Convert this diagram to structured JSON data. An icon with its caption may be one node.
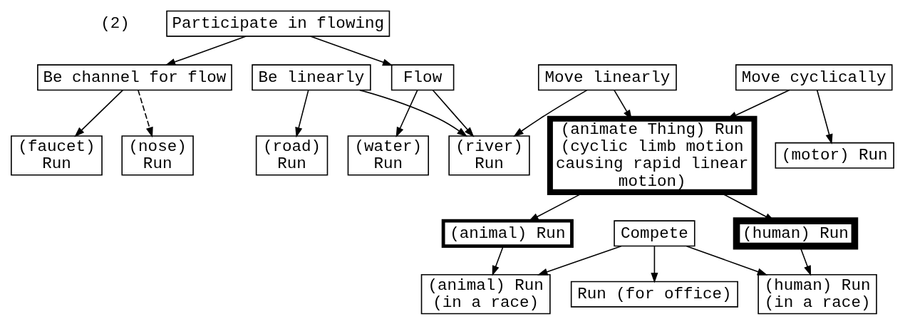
{
  "diagram": {
    "nodes": [
      {
        "text": [
          "Participate in flowing"
        ]
      },
      {
        "text": [
          "Move cyclically"
        ]
      },
      {
        "text": [
          "Move linearly"
        ]
      },
      {
        "text": [
          "Be linearly"
        ]
      },
      {
        "text": [
          "Flow"
        ]
      },
      {
        "text": [
          "Be channel for flow"
        ]
      },
      {
        "text": [
          "(motor) Run"
        ]
      },
      {
        "text": [
          "(animate Thing) Run (cyclic limb motion causing rapid linear motion)"
        ]
      },
      {
        "text": [
          "(river) Run"
        ]
      },
      {
        "text": [
          "(road) Run"
        ]
      },
      {
        "text": [
          "(water) Run"
        ]
      },
      {
        "text": [
          "(faucet) Run"
        ]
      },
      {
        "text": [
          "(nose) Run"
        ]
      },
      {
        "text": [
          "(animal) Run"
        ]
      },
      {
        "text": [
          "(human) Run"
        ]
      },
      {
        "text": [
          "Compete"
        ]
      },
      {
        "text": [
          "(animal) Run (in a race)"
        ]
      },
      {
        "text": [
          "(human) Run (in a race)"
        ]
      },
      {
        "text": [
          "Run (for office)"
        ]
      }
    ],
    "edges": [
      {
        "from": 0,
        "to": 4,
        "arrow": "to"
      },
      {
        "from": 0,
        "to": 5,
        "arrow": "to"
      },
      {
        "from": 1,
        "to": 6,
        "arrow": "to"
      },
      {
        "from": 1,
        "to": 7,
        "arrow": "to"
      },
      {
        "from": 2,
        "to": 7,
        "arrow": "to"
      },
      {
        "from": 2,
        "to": 8,
        "arrow": "to"
      },
      {
        "from": 3,
        "to": 8,
        "arrow": "to"
      },
      {
        "from": 3,
        "to": 9,
        "arrow": "to"
      },
      {
        "from": 4,
        "to": 8,
        "arrow": "to"
      },
      {
        "from": 4,
        "to": 10,
        "arrow": "to"
      },
      {
        "from": 5,
        "to": 11,
        "arrow": "to"
      },
      {
        "from": 5,
        "to": 12,
        "arrow": "to",
        "style": "dashed"
      },
      {
        "from": 7,
        "to": 13,
        "arrow": "to"
      },
      {
        "from": 7,
        "to": 14,
        "arrow": "to"
      },
      {
        "from": 13,
        "to": 16,
        "arrow": "to"
      },
      {
        "from": 14,
        "to": 17,
        "arrow": "to"
      },
      {
        "from": 15,
        "to": 16,
        "arrow": "to"
      },
      {
        "from": 15,
        "to": 17,
        "arrow": "to"
      },
      {
        "from": 15,
        "to": 18,
        "arrow": "to"
      }
    ],
    "labels": [
      "(2)"
    ]
  }
}
